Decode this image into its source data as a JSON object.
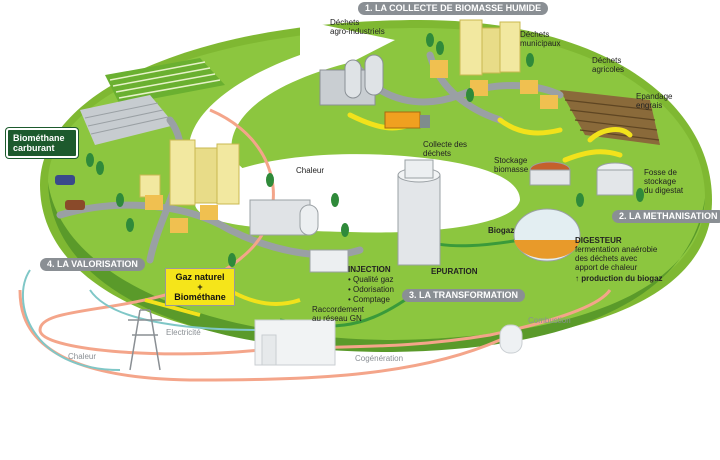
{
  "steps": {
    "collecte": "1. LA COLLECTE DE BIOMASSE HUMIDE",
    "methanisation": "2. LA METHANISATION",
    "transformation": "3. LA TRANSFORMATION",
    "valorisation": "4. LA VALORISATION"
  },
  "labels": {
    "dechets_agro": "Déchets\nagro-industriels",
    "dechets_municipaux": "Déchets\nmunicipaux",
    "dechets_agricoles": "Déchets\nagricoles",
    "epandage": "Epandage\nengrais",
    "collecte": "Collecte des\ndéchets",
    "stockage_biomasse": "Stockage\nbiomasse",
    "fosse": "Fosse de\nstockage\ndu digestat",
    "biogaz": "Biogaz",
    "digesteur_title": "DIGESTEUR",
    "digesteur_desc": "fermentation anaérobie\ndes déchets avec\napport de chaleur",
    "production": "↑ production du biogaz",
    "epuration": "EPURATION",
    "injection_title": "INJECTION",
    "injection_items": [
      "Qualité gaz",
      "Odorisation",
      "Comptage"
    ],
    "raccordement": "Raccordement\nau réseau GN",
    "gaz_naturel": "Gaz naturel\n+\nBiométhane",
    "biomethane_carburant": "Biométhane\ncarburant",
    "chaleur_top": "Chaleur",
    "chaleur_left": "Chaleur",
    "electricite": "Electricité",
    "cogeneration": "Cogénération",
    "combustion": "Combustion"
  },
  "colors": {
    "grass": "#8cc63f",
    "grass_dark": "#5a9a2a",
    "road": "#9aa0a4",
    "heat_line": "#f4a58a",
    "gas_line": "#3a9a3a",
    "yellow_arrow": "#f2e21b",
    "step_badge": "#8a8f94",
    "dark_badge": "#1d5a2d"
  }
}
